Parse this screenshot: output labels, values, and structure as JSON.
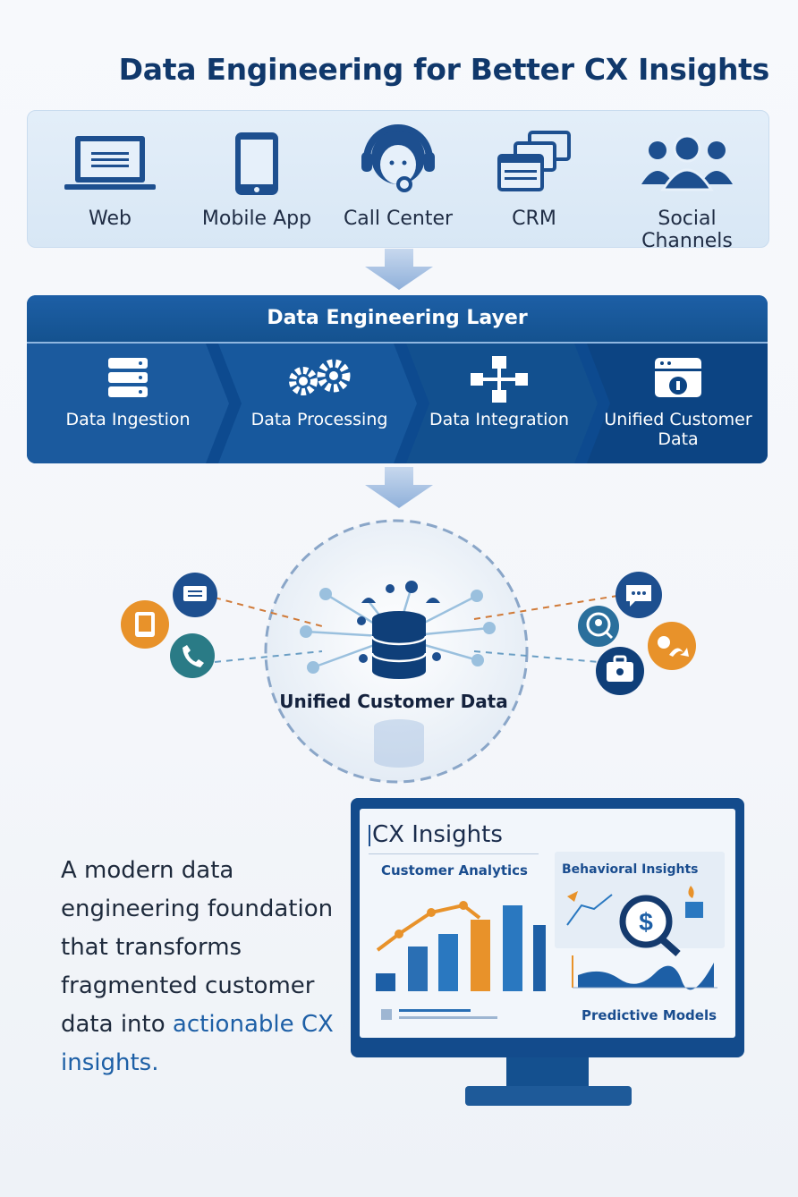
{
  "title": "Data Engineering for Better CX Insights",
  "sources": [
    {
      "label": "Web",
      "icon": "laptop-icon"
    },
    {
      "label": "Mobile App",
      "icon": "mobile-phone-icon"
    },
    {
      "label": "Call Center",
      "icon": "headset-agent-icon"
    },
    {
      "label": "CRM",
      "icon": "windows-stack-icon"
    },
    {
      "label": "Social Channels",
      "icon": "people-group-icon"
    }
  ],
  "layer": {
    "title": "Data Engineering Layer",
    "stages": [
      {
        "label": "Data Ingestion",
        "icon": "server-icon"
      },
      {
        "label": "Data Processing",
        "icon": "gears-icon"
      },
      {
        "label": "Data Integration",
        "icon": "network-nodes-icon"
      },
      {
        "label": "Unified Customer Data",
        "icon": "database-lock-icon"
      }
    ]
  },
  "hub": {
    "label": "Unified Customer Data",
    "left_icons": [
      "chat-card-icon",
      "tablet-icon",
      "phone-call-icon"
    ],
    "right_icons": [
      "chat-bubble-icon",
      "target-user-icon",
      "share-icon",
      "briefcase-icon"
    ]
  },
  "description": {
    "text": "A modern data engineering foundation that transforms fragmented customer data into ",
    "highlight": "actionable CX insights."
  },
  "dashboard": {
    "title": "CX Insights",
    "panels": [
      "Customer Analytics",
      "Behavioral Insights",
      "Predictive Models"
    ]
  },
  "colors": {
    "primary": "#10386b",
    "layer": "#0d4a8f",
    "accent_orange": "#e8922a",
    "accent_teal": "#2a7b86",
    "accent_blue": "#1d5fa6"
  }
}
